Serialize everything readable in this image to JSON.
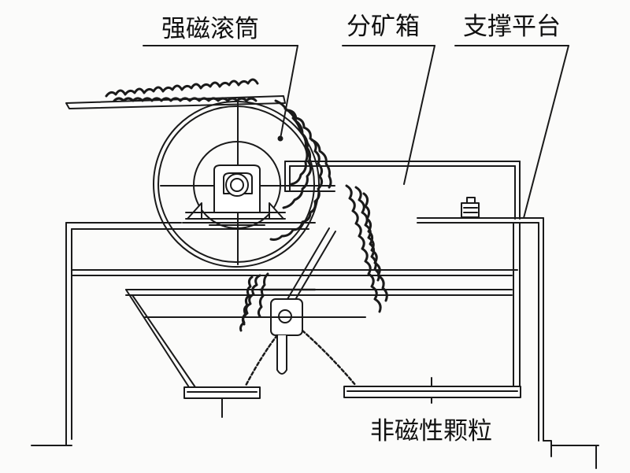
{
  "labels": {
    "drum": "强磁滚筒",
    "splitter_box": "分矿箱",
    "platform": "支撑平台",
    "nonmagnetic": "非磁性颗粒"
  },
  "colors": {
    "ink": "#1a1a1a",
    "paper": "#fbfbfa"
  }
}
